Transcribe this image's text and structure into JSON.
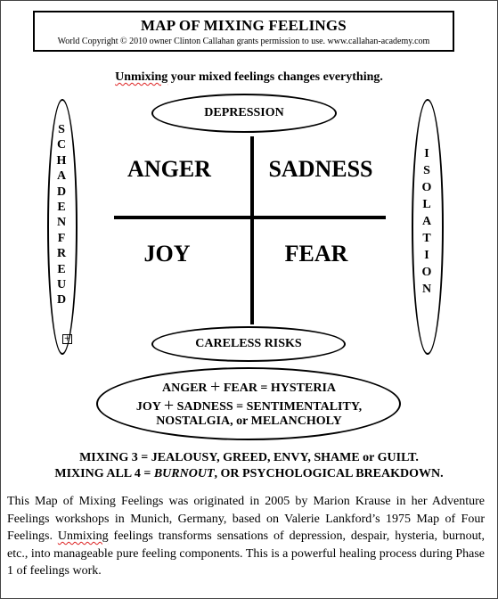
{
  "header": {
    "title": "MAP OF MIXING FEELINGS",
    "copyright": "World Copyright © 2010 owner Clinton Callahan grants permission to use. www.callahan-academy.com"
  },
  "tagline": {
    "word_marked": "Unmixing",
    "rest": " your mixed feelings changes everything."
  },
  "diagram": {
    "top_ellipse": "DEPRESSION",
    "bottom_ellipse": "CARELESS RISKS",
    "left_ellipse_letters": [
      "S",
      "C",
      "H",
      "A",
      "D",
      "E",
      "N",
      "F",
      "R",
      "E",
      "U",
      "D"
    ],
    "right_ellipse_letters": [
      "I",
      "S",
      "O",
      "L",
      "A",
      "T",
      "I",
      "O",
      "N"
    ],
    "quadrants": {
      "top_left": "ANGER",
      "top_right": "SADNESS",
      "bottom_left": "JOY",
      "bottom_right": "FEAR"
    },
    "expand_glyph": "+"
  },
  "combinations": {
    "line1_a": "ANGER",
    "line1_b": "FEAR = HYSTERIA",
    "line2_a": "JOY",
    "line2_b": "SADNESS = SENTIMENTALITY,",
    "line3": "NOSTALGIA, or MELANCHOLY",
    "plus_symbol": "+"
  },
  "mixing": {
    "line1": "MIXING 3 = JEALOUSY, GREED, ENVY, SHAME or GUILT.",
    "line2_prefix": "MIXING ALL 4 = ",
    "line2_italic": "BURNOUT",
    "line2_suffix": ", OR PSYCHOLOGICAL BREAKDOWN."
  },
  "paragraph": {
    "part1": "This Map of Mixing Feelings was originated in 2005 by Marion Krause in her Adventure Feelings workshops in Munich, Germany, based on Valerie Lankford’s 1975 Map of Four Feelings. ",
    "word_marked": "Unmixing",
    "part2": " feelings transforms sensations of depression, despair, hysteria, burnout, etc., into manageable pure feeling components. This is a powerful healing process during Phase 1 of feelings work."
  }
}
